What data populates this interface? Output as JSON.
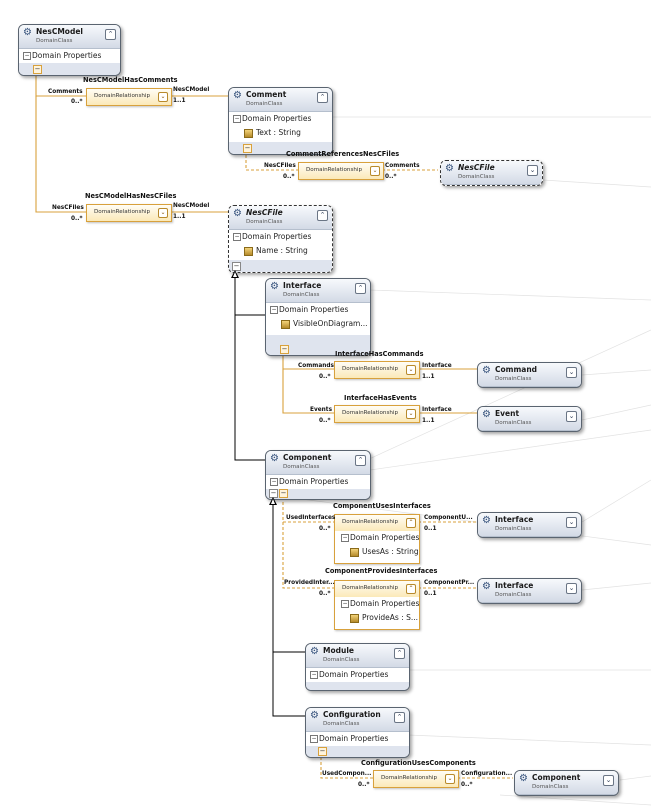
{
  "section_label": "Domain Properties",
  "rel_label": "DomainRelationship",
  "collapse_glyph": "⌃",
  "expand_glyph": "⌄",
  "minus_glyph": "−",
  "colors": {
    "relationship_line": "#d8a13c",
    "class_border": "#5a6470",
    "inheritance_line": "#000000"
  },
  "classes": {
    "nescmodel": {
      "name": "NesCModel",
      "stereotype": "DomainClass"
    },
    "comment": {
      "name": "Comment",
      "stereotype": "DomainClass",
      "property": "Text : String"
    },
    "nescfile_ref": {
      "name": "NesCFile",
      "stereotype": "DomainClass"
    },
    "nescfile": {
      "name": "NesCFile",
      "stereotype": "DomainClass",
      "property": "Name : String"
    },
    "interface": {
      "name": "Interface",
      "stereotype": "DomainClass",
      "property": "VisibleOnDiagram..."
    },
    "command": {
      "name": "Command",
      "stereotype": "DomainClass"
    },
    "event": {
      "name": "Event",
      "stereotype": "DomainClass"
    },
    "component": {
      "name": "Component",
      "stereotype": "DomainClass"
    },
    "interface_ref1": {
      "name": "Interface",
      "stereotype": "DomainClass"
    },
    "interface_ref2": {
      "name": "Interface",
      "stereotype": "DomainClass"
    },
    "module": {
      "name": "Module",
      "stereotype": "DomainClass"
    },
    "configuration": {
      "name": "Configuration",
      "stereotype": "DomainClass"
    },
    "component_ref": {
      "name": "Component",
      "stereotype": "DomainClass"
    }
  },
  "relationships": {
    "r1": {
      "name": "NesCModelHasComments",
      "source_role": "Comments",
      "source_mult": "0..*",
      "target_role": "NesCModel",
      "target_mult": "1..1"
    },
    "r2": {
      "name": "CommentReferencesNesCFiles",
      "source_role": "NesCFiles",
      "source_mult": "0..*",
      "target_role": "Comments",
      "target_mult": "0..*"
    },
    "r3": {
      "name": "NesCModelHasNesCFiles",
      "source_role": "NesCFiles",
      "source_mult": "0..*",
      "target_role": "NesCModel",
      "target_mult": "1..1"
    },
    "r4": {
      "name": "InterfaceHasCommands",
      "source_role": "Commands",
      "source_mult": "0..*",
      "target_role": "Interface",
      "target_mult": "1..1"
    },
    "r5": {
      "name": "InterfaceHasEvents",
      "source_role": "Events",
      "source_mult": "0..*",
      "target_role": "Interface",
      "target_mult": "1..1"
    },
    "r6": {
      "name": "ComponentUsesInterfaces",
      "source_role": "UsedInterfaces",
      "source_mult": "0..*",
      "target_role": "ComponentU...",
      "target_mult": "0..1",
      "property": "UsesAs : String"
    },
    "r7": {
      "name": "ComponentProvidesInterfaces",
      "source_role": "ProvidedInter...",
      "source_mult": "0..*",
      "target_role": "ComponentPr...",
      "target_mult": "0..1",
      "property": "ProvideAs : S..."
    },
    "r8": {
      "name": "ConfigurationUsesComponents",
      "source_role": "UsedCompon...",
      "source_mult": "0..*",
      "target_role": "Configuration...",
      "target_mult": "0..*"
    }
  }
}
